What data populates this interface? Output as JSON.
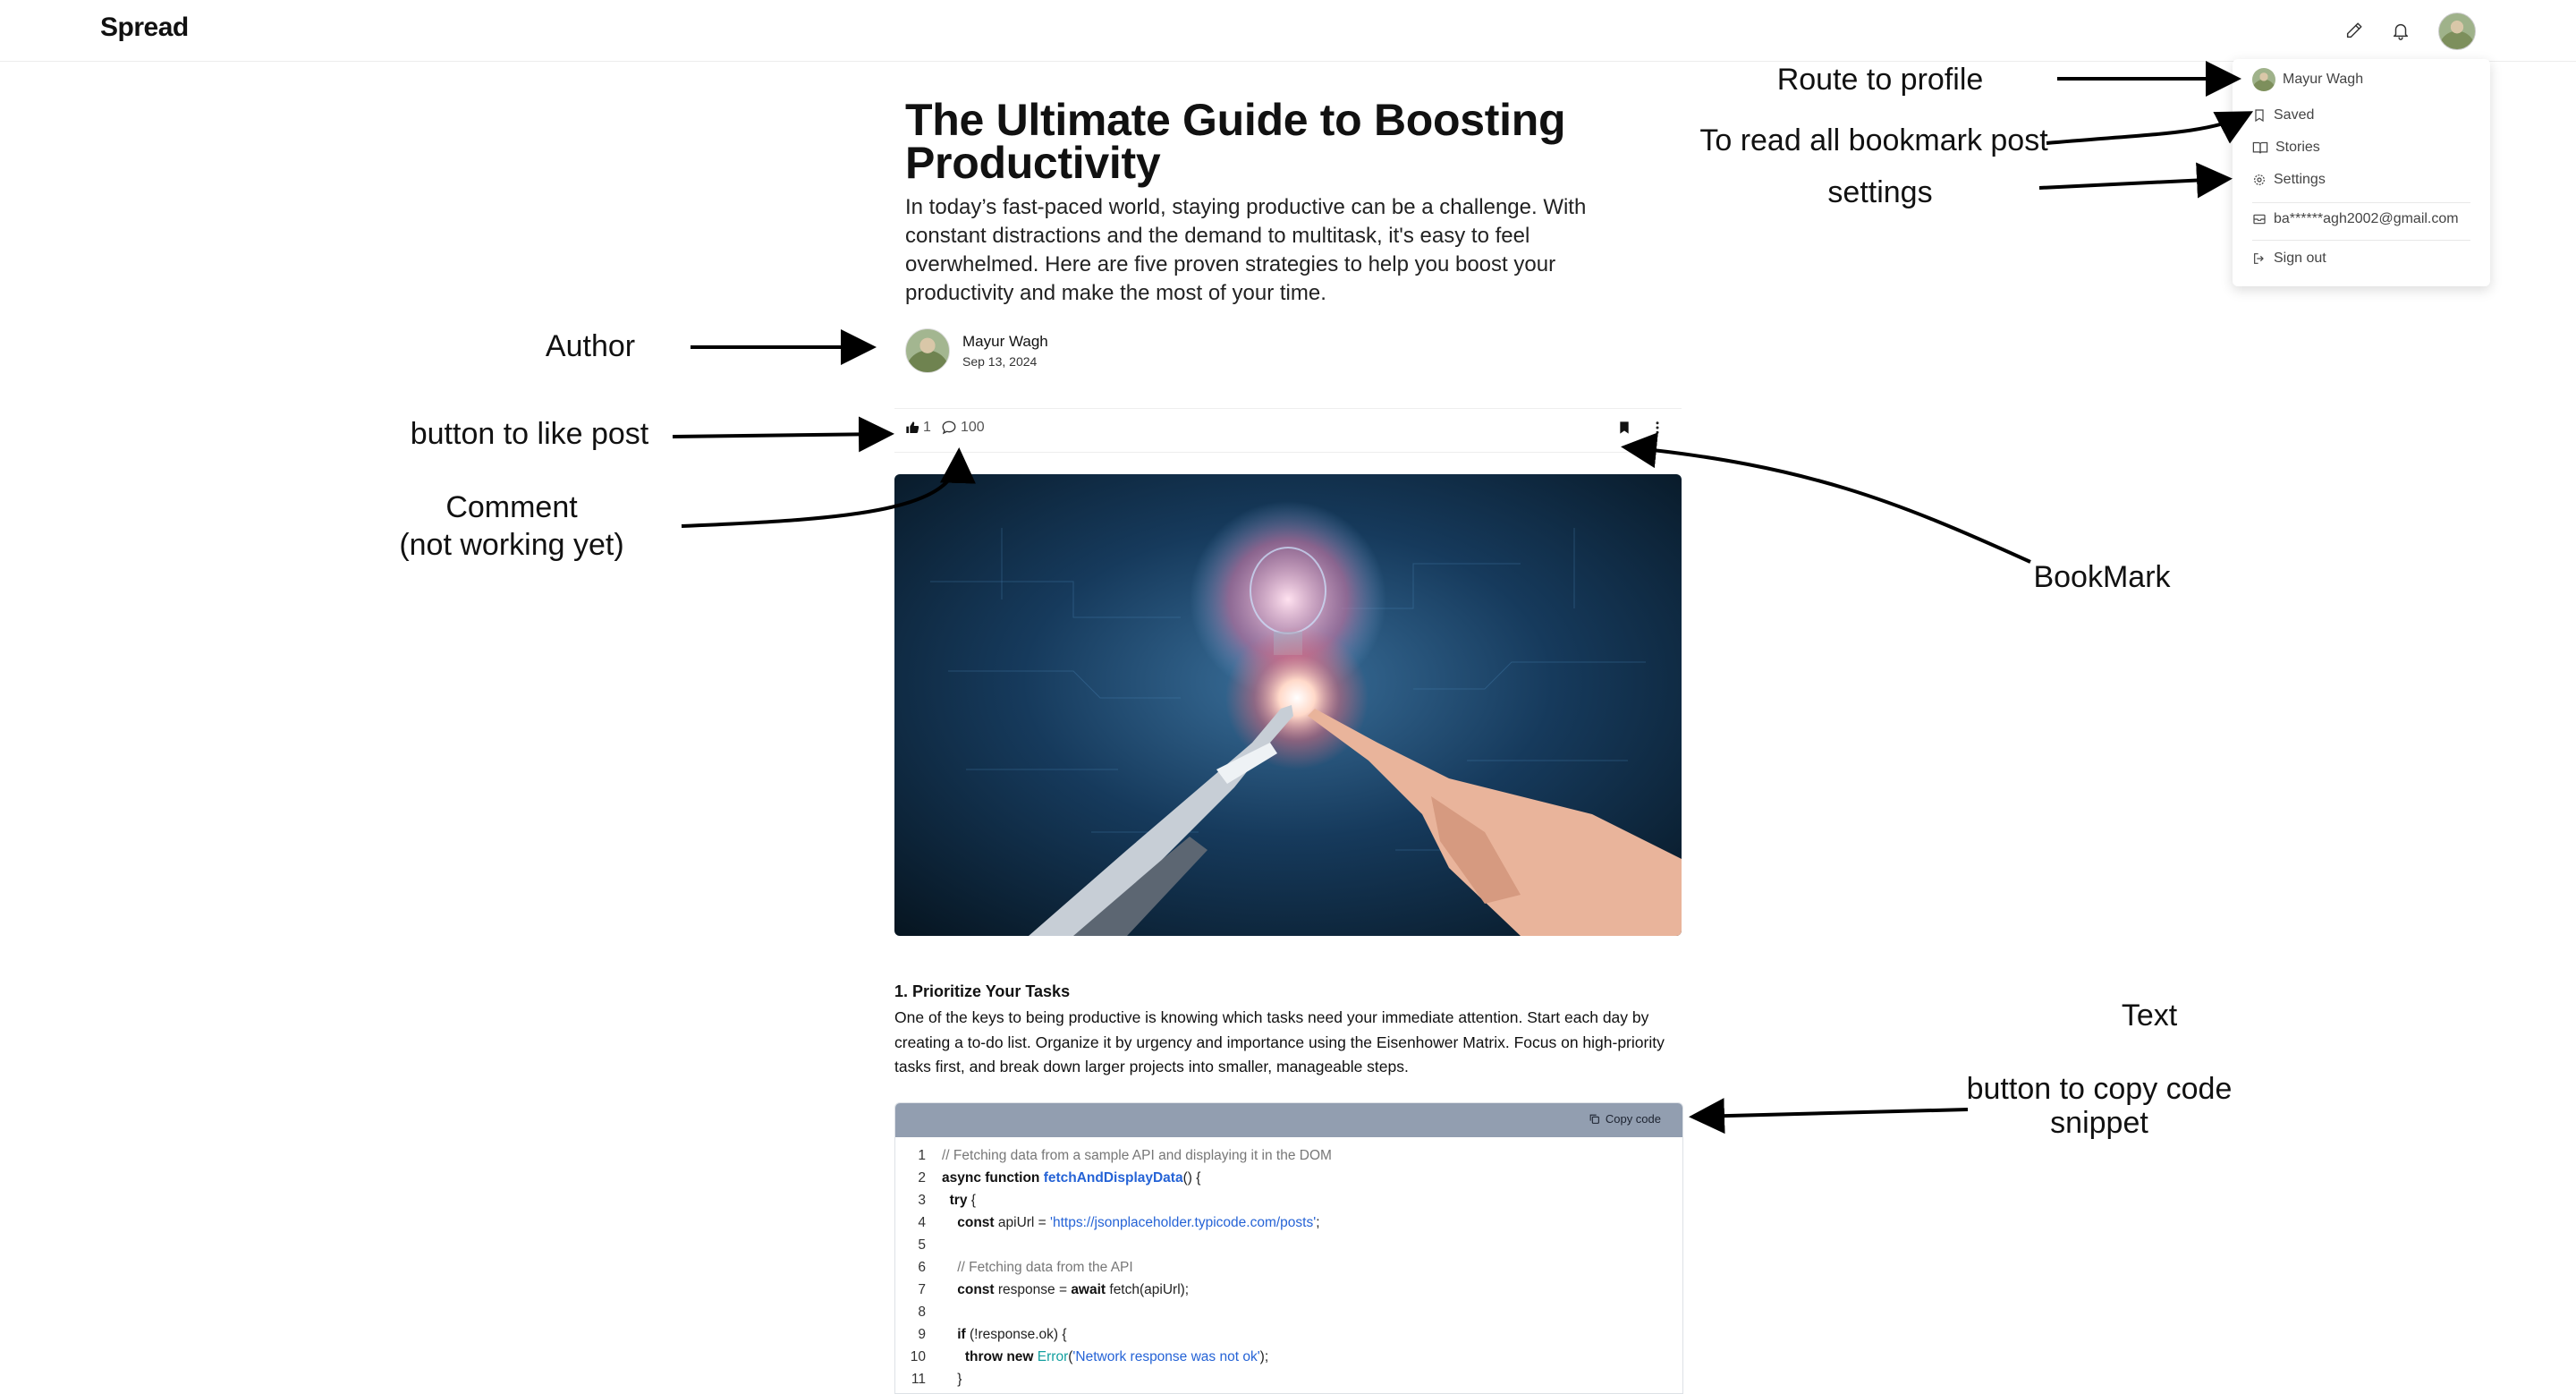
{
  "app": {
    "brand": "Spread"
  },
  "header_icons": [
    "pencil-icon",
    "bell-icon",
    "avatar"
  ],
  "dropdown": {
    "profile_name": "Mayur Wagh",
    "saved": "Saved",
    "stories": "Stories",
    "settings": "Settings",
    "email": "ba******agh2002@gmail.com",
    "signout": "Sign out"
  },
  "article": {
    "title": "The Ultimate Guide to Boosting Productivity",
    "lede": "In today’s fast-paced world, staying productive can be a challenge. With constant distractions and the demand to multitask, it's easy to feel overwhelmed. Here are five proven strategies to help you boost your productivity and make the most of your time.",
    "author": "Mayur Wagh",
    "date": "Sep 13, 2024",
    "likes": "1",
    "comments": "100",
    "section1_heading": "1. Prioritize Your Tasks",
    "section1_body": "One of the keys to being productive is knowing which tasks need your immediate attention. Start each day by creating a to-do list. Organize it by urgency and importance using the Eisenhower Matrix. Focus on high-priority tasks first, and break down larger projects into smaller, manageable steps."
  },
  "code": {
    "copy_label": "Copy code",
    "lines": [
      {
        "n": "1",
        "parts": [
          {
            "t": "// Fetching data from a sample API and displaying it in the DOM",
            "c": "c-com"
          }
        ]
      },
      {
        "n": "2",
        "parts": [
          {
            "t": "async function ",
            "c": "c-kw"
          },
          {
            "t": "fetchAndDisplayData",
            "c": "c-fn"
          },
          {
            "t": "() {",
            "c": "c-plain"
          }
        ]
      },
      {
        "n": "3",
        "parts": [
          {
            "t": "  ",
            "c": "c-plain"
          },
          {
            "t": "try",
            "c": "c-kw"
          },
          {
            "t": " {",
            "c": "c-plain"
          }
        ]
      },
      {
        "n": "4",
        "parts": [
          {
            "t": "    ",
            "c": "c-plain"
          },
          {
            "t": "const",
            "c": "c-kw"
          },
          {
            "t": " apiUrl = ",
            "c": "c-plain"
          },
          {
            "t": "'https://jsonplaceholder.typicode.com/posts'",
            "c": "c-str"
          },
          {
            "t": ";",
            "c": "c-plain"
          }
        ]
      },
      {
        "n": "5",
        "parts": [
          {
            "t": "",
            "c": "c-plain"
          }
        ]
      },
      {
        "n": "6",
        "parts": [
          {
            "t": "    ",
            "c": "c-plain"
          },
          {
            "t": "// Fetching data from the API",
            "c": "c-com"
          }
        ]
      },
      {
        "n": "7",
        "parts": [
          {
            "t": "    ",
            "c": "c-plain"
          },
          {
            "t": "const",
            "c": "c-kw"
          },
          {
            "t": " response = ",
            "c": "c-plain"
          },
          {
            "t": "await",
            "c": "c-kw"
          },
          {
            "t": " fetch(apiUrl);",
            "c": "c-plain"
          }
        ]
      },
      {
        "n": "8",
        "parts": [
          {
            "t": "",
            "c": "c-plain"
          }
        ]
      },
      {
        "n": "9",
        "parts": [
          {
            "t": "    ",
            "c": "c-plain"
          },
          {
            "t": "if",
            "c": "c-kw"
          },
          {
            "t": " (!response.ok) {",
            "c": "c-plain"
          }
        ]
      },
      {
        "n": "10",
        "parts": [
          {
            "t": "      ",
            "c": "c-plain"
          },
          {
            "t": "throw new ",
            "c": "c-kw"
          },
          {
            "t": "Error",
            "c": "c-cls"
          },
          {
            "t": "(",
            "c": "c-plain"
          },
          {
            "t": "'Network response was not ok'",
            "c": "c-str"
          },
          {
            "t": ");",
            "c": "c-plain"
          }
        ]
      },
      {
        "n": "11",
        "parts": [
          {
            "t": "    }",
            "c": "c-plain"
          }
        ]
      }
    ]
  },
  "annotations": {
    "route_profile": "Route to profile",
    "read_bookmarks": "To read all bookmark post",
    "settings": "settings",
    "author": "Author",
    "like": "button to like post",
    "comment_line1": "Comment",
    "comment_line2": "(not working yet)",
    "bookmark": "BookMark",
    "text": "Text",
    "copy_line1": "button to copy code",
    "copy_line2": "snippet"
  }
}
